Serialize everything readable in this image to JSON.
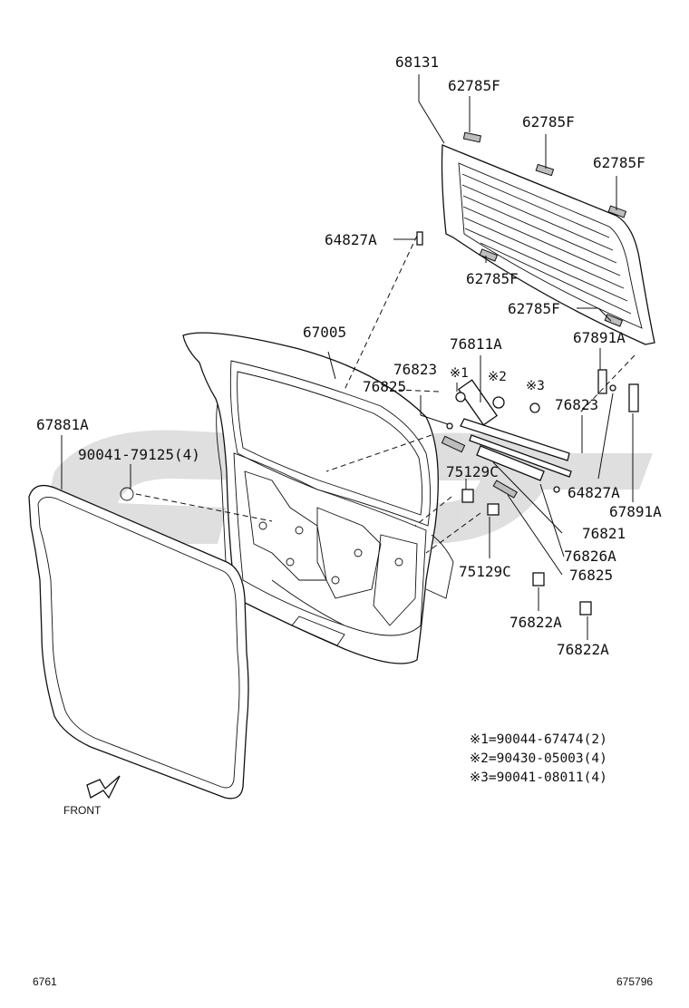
{
  "callouts": [
    {
      "key": "glass",
      "text": "68131"
    },
    {
      "key": "spacer1",
      "text": "62785F"
    },
    {
      "key": "spacer2",
      "text": "62785F"
    },
    {
      "key": "spacer3",
      "text": "62785F"
    },
    {
      "key": "clip_left",
      "text": "64827A"
    },
    {
      "key": "spacer4",
      "text": "62785F"
    },
    {
      "key": "spacer5",
      "text": "62785F"
    },
    {
      "key": "door_panel",
      "text": "67005"
    },
    {
      "key": "hinge_assy",
      "text": "76811A"
    },
    {
      "key": "cushion_r1",
      "text": "67891A"
    },
    {
      "key": "bolt_76823_left",
      "text": "76823"
    },
    {
      "key": "bolt_76825_left",
      "text": "76825"
    },
    {
      "key": "bolt_76823_right",
      "text": "76823"
    },
    {
      "key": "weatherstrip",
      "text": "67881A"
    },
    {
      "key": "nut_label",
      "text": "90041-79125(4)"
    },
    {
      "key": "plug_upper",
      "text": "75129C"
    },
    {
      "key": "clip_right",
      "text": "64827A"
    },
    {
      "key": "cushion_r2",
      "text": "67891A"
    },
    {
      "key": "rod_76821",
      "text": "76821"
    },
    {
      "key": "plug_lower",
      "text": "75129C"
    },
    {
      "key": "guide_76826A",
      "text": "76826A"
    },
    {
      "key": "rod_76825",
      "text": "76825"
    },
    {
      "key": "stopper_left",
      "text": "76822A"
    },
    {
      "key": "stopper_right",
      "text": "76822A"
    }
  ],
  "symbol_marks": [
    "※1",
    "※2",
    "※3"
  ],
  "notes": [
    "※1=90044-67474(2)",
    "※2=90430-05003(4)",
    "※3=90041-08011(4)"
  ],
  "direction_label": "FRONT",
  "footer_left": "6761",
  "footer_right": "675796"
}
